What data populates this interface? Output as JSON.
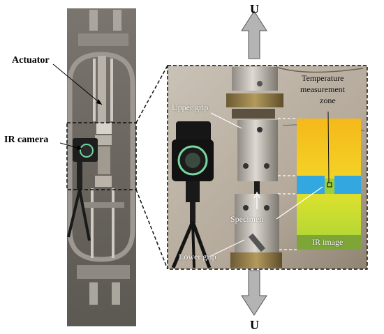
{
  "labels": {
    "actuator": "Actuator",
    "ir_camera": "IR camera",
    "upper_grip": "Upper grip",
    "lower_grip": "Lower grip",
    "specimen": "Specimen",
    "temp_zone_line1": "Temperature",
    "temp_zone_line2": "measurement",
    "temp_zone_line3": "zone",
    "ir_image": "IR image",
    "load_top": "U",
    "load_bottom": "U"
  },
  "colors": {
    "frame_photo_bg": "#6e6a63",
    "detail_photo_bg": "#b8aea0",
    "ir_hot": "#f2c21c",
    "ir_warm": "#b9d832",
    "ir_band": "#2fa9e0",
    "arrow_fill": "#b4b4b4"
  }
}
